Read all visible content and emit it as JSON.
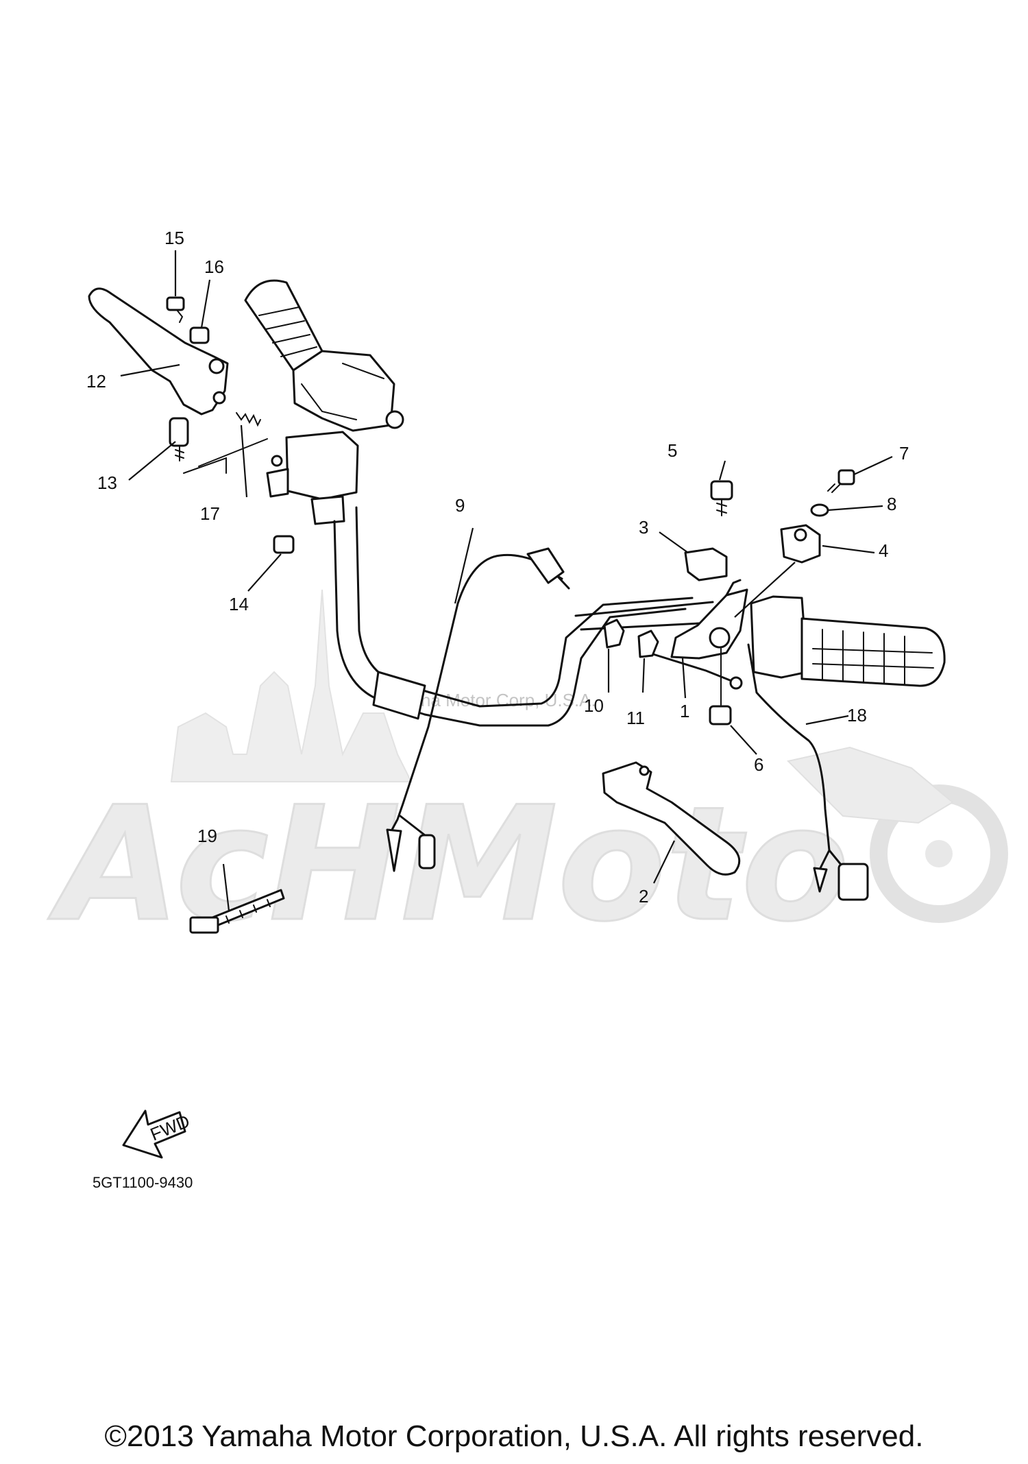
{
  "diagram": {
    "part_code": "5GT1100-9430",
    "copyright": "©2013 Yamaha Motor Corporation, U.S.A. All rights reserved.",
    "watermark": "Yamaha Motor Corp, U.S.A.",
    "logo_watermark": "AcHMoto",
    "fwd_label": "FWD",
    "callouts": [
      "1",
      "2",
      "3",
      "4",
      "5",
      "6",
      "7",
      "8",
      "9",
      "10",
      "11",
      "12",
      "13",
      "14",
      "15",
      "16",
      "17",
      "18",
      "19"
    ],
    "colors": {
      "line": "#111111",
      "watermark": "#e6e6e6",
      "background": "#ffffff"
    }
  }
}
